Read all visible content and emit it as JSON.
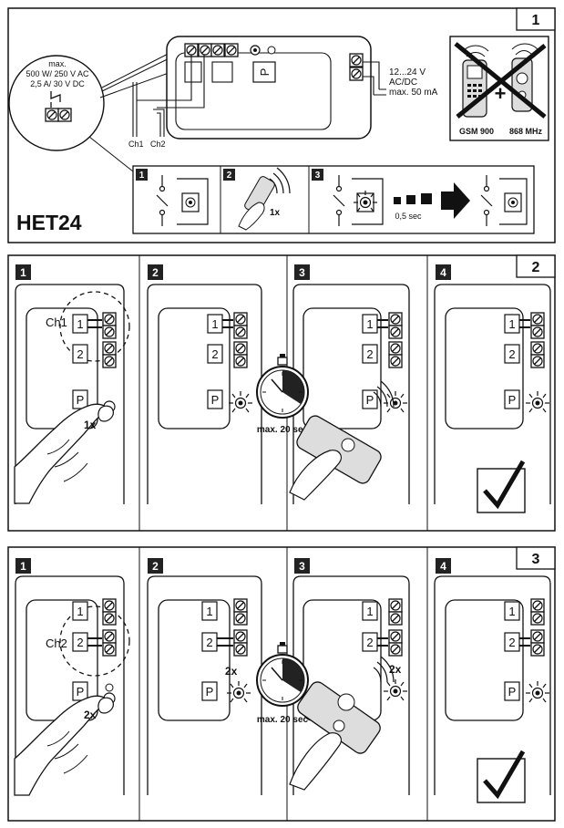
{
  "panel1": {
    "number": "1",
    "contact_rating": [
      "max.",
      "500 W/ 250 V AC",
      "2,5 A/ 30 V DC"
    ],
    "power": [
      "12...24 V",
      "AC/DC",
      "max. 50 mA"
    ],
    "ch1": "Ch1",
    "ch2": "Ch2",
    "p_button": "P",
    "gsm": "GSM 900",
    "mhz": "868 MHz",
    "plus": "+",
    "title": "HET24",
    "step1": "1",
    "step2": "2",
    "step3": "3",
    "press": "1x",
    "pulse": "0,5 sec"
  },
  "panel2": {
    "number": "2",
    "steps": [
      "1",
      "2",
      "3",
      "4"
    ],
    "ch_label": "Ch1",
    "label1": "1",
    "label2": "2",
    "p_button": "P",
    "press": "1x",
    "timer": "max. 20 sec"
  },
  "panel3": {
    "number": "3",
    "steps": [
      "1",
      "2",
      "3",
      "4"
    ],
    "ch_label": "Ch2",
    "label1": "1",
    "label2": "2",
    "p_button": "P",
    "press": "2x",
    "press_step2": "2x",
    "press_step3": "2x",
    "timer": "max. 20 sec"
  }
}
